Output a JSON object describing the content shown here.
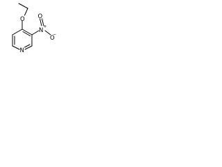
{
  "molecule": {
    "atoms": {
      "ether_oxygen": "O",
      "ring_nitrogen": "N",
      "nitro_nitrogen": "N",
      "nitro_charge_plus": "+",
      "nitro_oxygen_top": "O",
      "nitro_oxygen_bottom": "O",
      "nitro_charge_minus": "−"
    }
  }
}
